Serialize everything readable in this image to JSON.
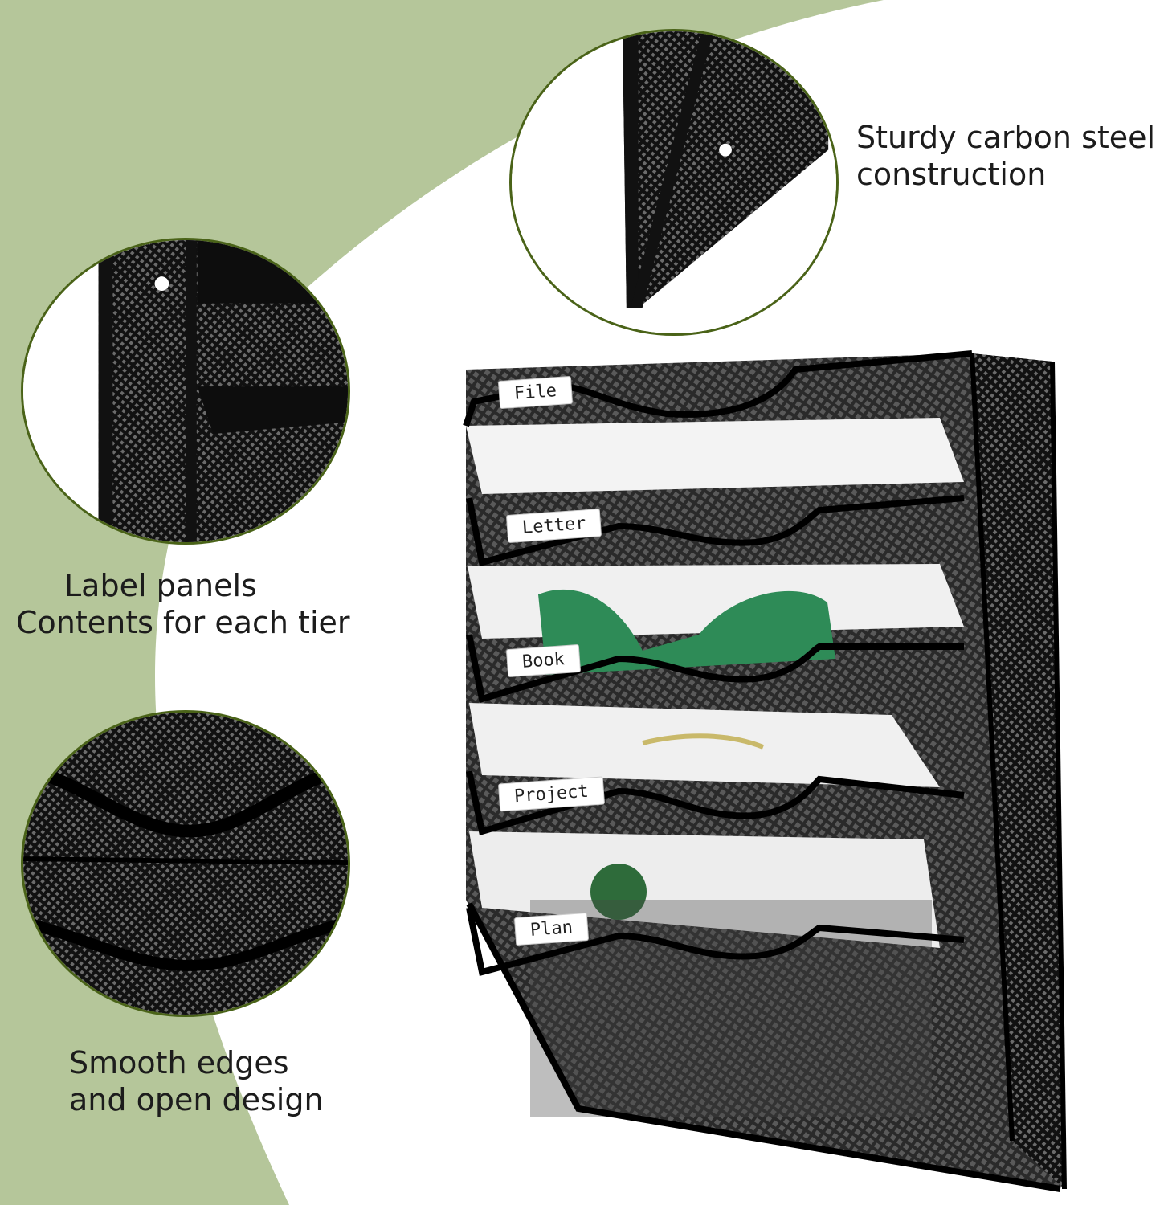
{
  "colors": {
    "background_green": "#b5c69a",
    "circle_border": "#4a6318",
    "mesh": "#1a1a1a",
    "text": "#1c1c1c"
  },
  "captions": {
    "top_right": {
      "line1": "Sturdy carbon steel",
      "line2": "construction"
    },
    "middle_left": {
      "line1": "Label panels",
      "line2": "Contents for each tier"
    },
    "bottom_left": {
      "line1": "Smooth edges",
      "line2": "and open design"
    }
  },
  "product": {
    "tiers": [
      {
        "label": "File"
      },
      {
        "label": "Letter"
      },
      {
        "label": "Book"
      },
      {
        "label": "Project"
      },
      {
        "label": "Plan"
      }
    ]
  }
}
